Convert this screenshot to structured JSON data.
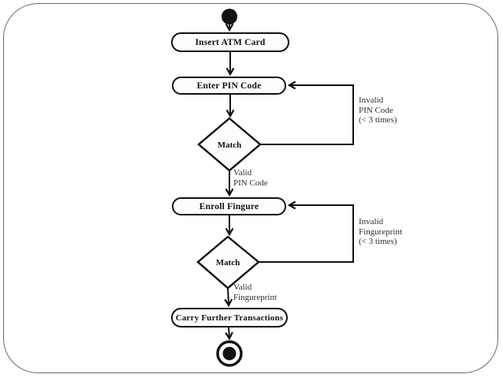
{
  "colors": {
    "diagram_stroke": "#121212",
    "background": "#ffffff",
    "frame_border": "#6b6b6b",
    "edge_label_text": "#2e2e2e"
  },
  "nodes": {
    "insert_card": {
      "label": "Insert ATM Card"
    },
    "enter_pin": {
      "label": "Enter PIN Code"
    },
    "match_pin": {
      "label": "Match"
    },
    "enroll_finger": {
      "label": "Enroll Fingure"
    },
    "match_finger": {
      "label": "Match"
    },
    "carry_transactions": {
      "label": "Carry Further Transactions"
    }
  },
  "edges": {
    "invalid_pin": {
      "label": "Invalid\nPIN Code\n(< 3 times)"
    },
    "valid_pin": {
      "label": "Valid\nPIN Code"
    },
    "invalid_fingerprint": {
      "label": "Invalid\nFingureprint\n(< 3 times)"
    },
    "valid_fingerprint": {
      "label": "Valid\nFingureprint"
    }
  }
}
